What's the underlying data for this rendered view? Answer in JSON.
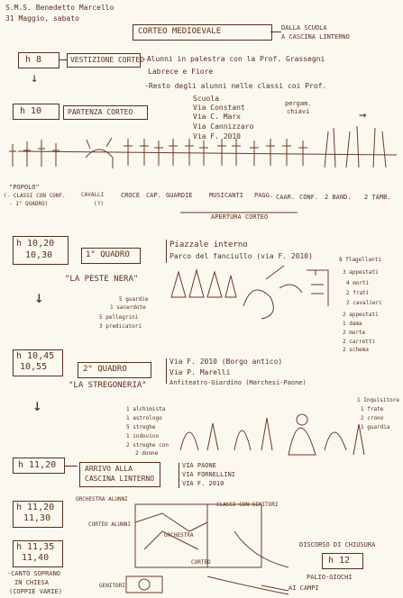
{
  "header": {
    "school": "S.M.S. Benedetto Marcello",
    "date": "31 Maggio, sabato",
    "title": "CORTEO MEDIOEVALE",
    "route": [
      "DALLA SCUOLA",
      "A CASCINA LINTERNO"
    ]
  },
  "timeline": [
    {
      "time": "h 8",
      "label": "VESTIZIONE CORTEO",
      "notes": [
        "-Alunni in palestra con la Prof. Grassegni",
        "Labrece e Fiore",
        "-Resto degli alunni nelle classi coi Prof."
      ]
    },
    {
      "time": "h 10",
      "label": "PARTENZA CORTEO",
      "route": [
        "Scuola",
        "Via Constant",
        "Via C. Marx",
        "Via Cannizzaro",
        "Via F. 2010"
      ],
      "note": [
        "pergam.",
        "chiavi"
      ],
      "procession_labels": [
        "CAVALLI",
        "CROCE",
        "CAP.",
        "GUARDIE",
        "MUSICANTI",
        "PAGG.",
        "CAAR.",
        "CONF.",
        "2 BAND.",
        "2 TAMB."
      ],
      "side_labels": [
        "\"POPOLO\"",
        "(- CLASSI CON CONF.",
        "- 1° QUADRO)",
        "(?)"
      ],
      "apertura": "APERTURA CORTEO"
    },
    {
      "time": "h 10,20",
      "time2": "10,30",
      "label": "1° QUADRO",
      "sublabel": "\"LA PESTE NERA\"",
      "place": [
        "Piazzale interno",
        "Parco del fanciullo (via F. 2010)"
      ],
      "people": [
        "5 guardie",
        "1 sacerdote",
        "5 pellegrini",
        "3 predicatori"
      ],
      "right_notes": [
        "8 flagellanti",
        "3 appestati",
        "4 morti",
        "2 frati",
        "2 cavalieri",
        "2 appestati",
        "1 dama",
        "2 morte",
        "2 carretti",
        "2 schema"
      ]
    },
    {
      "time": "h 10,45",
      "time2": "10,55",
      "label": "2° QUADRO",
      "sublabel": "\"LA STREGONERIA\"",
      "place": [
        "Via F. 2010 (Borgo antico)",
        "Via P. Marelli",
        "Anfiteatro-Giardino (Marchesi-Paone)"
      ],
      "people": [
        "1 alchimista",
        "1 astrologo",
        "5 streghe",
        "1 indovino",
        "2 streghe con",
        "2 donne"
      ],
      "right_notes": [
        "1 Inquisitore",
        "1 frate",
        "2 crono",
        "1 guardia"
      ]
    },
    {
      "time": "h 11,20",
      "label": [
        "ARRIVO ALLA",
        "CASCINA LINTERNO"
      ],
      "route": [
        "VIA PAONE",
        "VIA FORNELLINI",
        "VIA F. 2010"
      ]
    },
    {
      "time": "h 11,20",
      "time2": "11,30",
      "map_labels": [
        "ORCHESTRA ALUNNI",
        "CORTEO ALUNNI",
        "CLASSI CON GENITORI",
        "ORCHESTRA",
        "CORTEO"
      ],
      "right": [
        "DISCORSO DI CHIUSURA",
        "h 12",
        "PALIO-GIOCHI"
      ]
    },
    {
      "time": "h 11,35",
      "time2": "11,40",
      "bottom": [
        "-CANTO SOPRANO",
        "IN CHIESA",
        "(COPPIE VARIE)"
      ],
      "map_bottom": [
        "GENITORI",
        "AI CAMPI"
      ]
    }
  ]
}
